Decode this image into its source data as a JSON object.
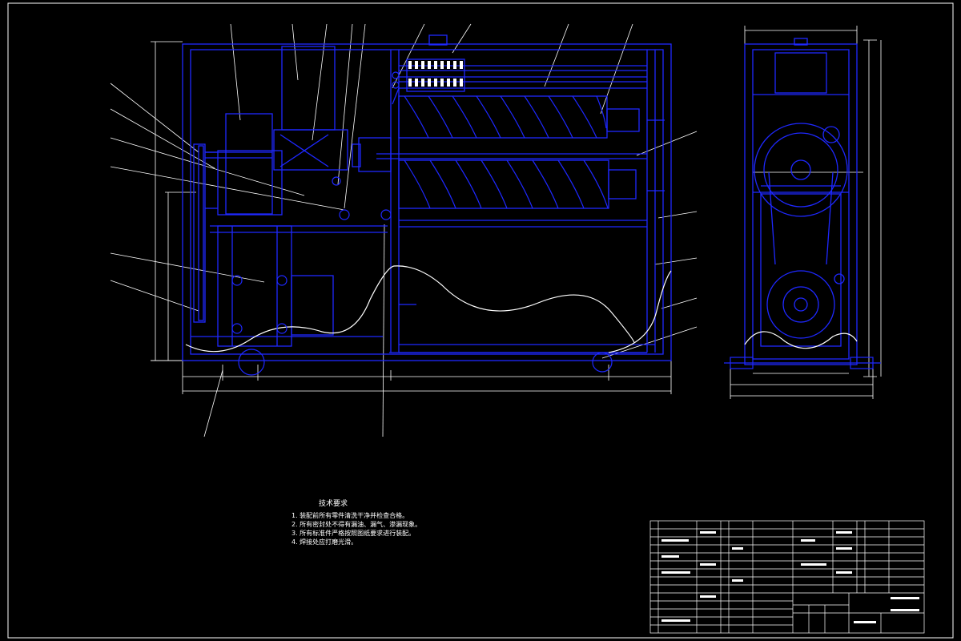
{
  "colors": {
    "background": "#000000",
    "drawing_blue": "#1e28ff",
    "white_line": "#ffffff"
  },
  "notes": {
    "title": "技术要求",
    "lines": [
      "1. 装配前所有零件清洗干净并检查合格。",
      "2. 所有密封处不得有漏油、漏气、渗漏现象。",
      "3. 所有标准件严格按照图纸要求进行装配。",
      "4. 焊接处应打磨光滑。"
    ]
  }
}
